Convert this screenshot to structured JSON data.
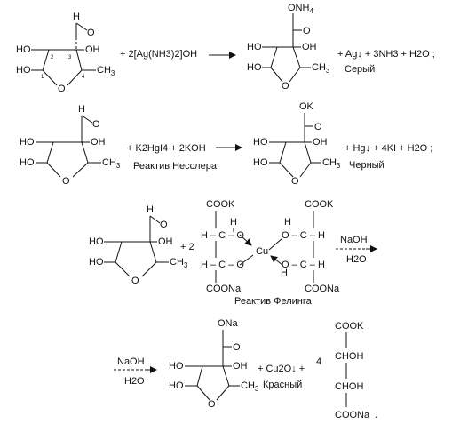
{
  "reaction1": {
    "cho": "H",
    "cho_o": "O",
    "ho_left": "HO",
    "oh_right": "OH",
    "ring_o": "O",
    "ho_bottom": "HO",
    "ch3": "CH",
    "ch3_sub": "3",
    "num2": "2",
    "num3": "3",
    "num1": "1",
    "num4": "4",
    "reagent": "+ 2[Ag(NH3)2]OH",
    "prod_nh4": "ONH",
    "prod_nh4_sub": "4",
    "prod_o": "O",
    "prod_ho_left": "HO",
    "prod_oh_right": "OH",
    "prod_ring_o": "O",
    "prod_ho_bottom": "HO",
    "prod_ch3": "CH",
    "prod_ch3_sub": "3",
    "byproducts": "+ Ag↓ + 3NH3 + H2O ;",
    "label": "Серый"
  },
  "reaction2": {
    "cho": "H",
    "cho_o": "O",
    "ho_left": "HO",
    "oh_right": "OH",
    "ring_o": "O",
    "ho_bottom": "HO",
    "ch3": "CH",
    "ch3_sub": "3",
    "reagent": "+ K2HgI4 + 2KOH",
    "reagent_name": "Реактив Несслера",
    "prod_ok": "OK",
    "prod_o": "O",
    "prod_ho_left": "HO",
    "prod_oh_right": "OH",
    "prod_ring_o": "O",
    "prod_ho_bottom": "HO",
    "prod_ch3": "CH",
    "prod_ch3_sub": "3",
    "byproducts": "+ Hg↓ + 4KI + H2O ;",
    "label": "Черный"
  },
  "reaction3": {
    "cho": "H",
    "cho_o": "O",
    "ho_left": "HO",
    "oh_right": "OH",
    "ring_o": "O",
    "ho_bottom": "HO",
    "ch3": "CH",
    "ch3_sub": "3",
    "plus_two": "+ 2",
    "cook_left": "COOK",
    "cook_right": "COOK",
    "h_left": "H",
    "h_right": "H",
    "h_lower": "H",
    "h_c_o_top": "H – C – O",
    "h_c_o_bot": "H – C – O",
    "o_c_h_top": "O – C – H",
    "o_c_h_bot": "O – C – H",
    "cu": "Cu",
    "coona_left": "COONa",
    "coona_right": "COONa",
    "reagent_name": "Реактив Фелинга",
    "cond_top": "NaOH",
    "cond_bottom": "H2O"
  },
  "reaction4": {
    "cond_top": "NaOH",
    "cond_bottom": "H2O",
    "prod_ona": "ONa",
    "prod_o": "O",
    "prod_ho_left": "HO",
    "prod_oh_right": "OH",
    "prod_ring_o": "O",
    "prod_ho_bottom": "HO",
    "prod_ch3": "CH",
    "prod_ch3_sub": "3",
    "byproducts": "+ Cu2O↓ +",
    "coef": "4",
    "label": "Красный",
    "tart_cook": "COOK",
    "tart_choh1": "CHOH",
    "tart_choh2": "CHOH",
    "tart_coona": "COONa",
    "dot": "."
  }
}
